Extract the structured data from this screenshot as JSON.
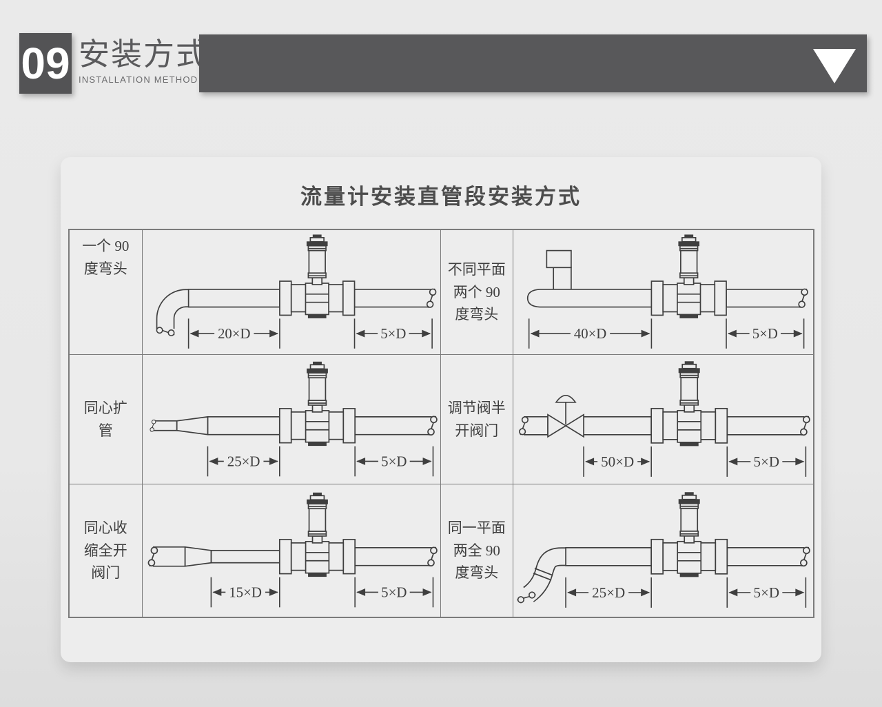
{
  "header": {
    "number": "09",
    "title": "安装方式",
    "subtitle": "INSTALLATION METHOD"
  },
  "card": {
    "title": "流量计安装直管段安装方式"
  },
  "table": {
    "rows": [
      {
        "left": {
          "label": "一个 90\n度弯头",
          "dims": [
            "20×D",
            "5×D"
          ]
        },
        "right": {
          "label": "不同平面\n两个 90\n度弯头",
          "dims": [
            "40×D",
            "5×D"
          ]
        }
      },
      {
        "left": {
          "label": "同心扩\n管",
          "dims": [
            "25×D",
            "5×D"
          ]
        },
        "right": {
          "label": "调节阀半\n开阀门",
          "dims": [
            "50×D",
            "5×D"
          ]
        }
      },
      {
        "left": {
          "label": "同心收\n缩全开\n阀门",
          "dims": [
            "15×D",
            "5×D"
          ]
        },
        "right": {
          "label": "同一平面\n两全 90\n度弯头",
          "dims": [
            "25×D",
            "5×D"
          ]
        }
      }
    ]
  },
  "colors": {
    "accent_dark": "#58585a",
    "diagram_line": "#3f3f3f",
    "card_bg": "#ededed",
    "page_bg": "#e8e8e8",
    "table_border": "#7b7b7b"
  }
}
